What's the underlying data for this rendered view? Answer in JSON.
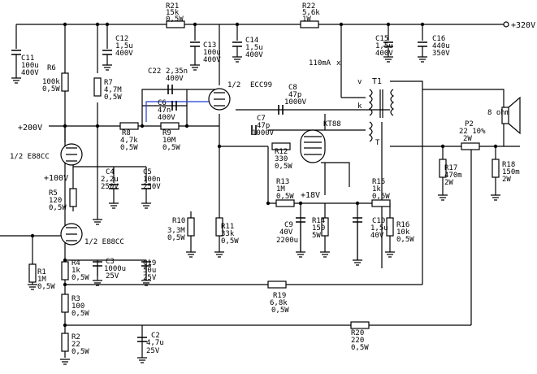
{
  "supply": {
    "rail_320": "+320V",
    "node_200": "+200V",
    "node_100": "+100V",
    "node_18": "+18V",
    "current": "110mA"
  },
  "components": {
    "C11": [
      "C11",
      "100u",
      "400V"
    ],
    "R6": [
      "R6",
      "100k",
      "0,5W"
    ],
    "R7": [
      "R7",
      "4,7M",
      "0,5W"
    ],
    "C12": [
      "C12",
      "1,5u",
      "400V"
    ],
    "R21": [
      "R21",
      "15k",
      "0,5W"
    ],
    "C13": [
      "C13",
      "100u",
      "400V"
    ],
    "C14": [
      "C14",
      "1,5u",
      "400V"
    ],
    "R22": [
      "R22",
      "5,6k",
      "1W"
    ],
    "C15": [
      "C15",
      "1,5u",
      "400V"
    ],
    "C16": [
      "C16",
      "440u",
      "350V"
    ],
    "C22": [
      "C22",
      "2,35n",
      "400V"
    ],
    "C6": [
      "C6",
      "47n",
      "400V"
    ],
    "R8": [
      "R8",
      "4,7k",
      "0,5W"
    ],
    "R9": [
      "R9",
      "10M",
      "0,5W"
    ],
    "C8": [
      "C8",
      "47p",
      "1000V"
    ],
    "C7": [
      "C7",
      "47p",
      "1000V"
    ],
    "R12": [
      "R12",
      "330",
      "0,5W"
    ],
    "R13": [
      "R13",
      "1M",
      "0,5W"
    ],
    "R15": [
      "R15",
      "1k",
      "0,5W"
    ],
    "C4": [
      "C4",
      "2,2u",
      "250V"
    ],
    "C5": [
      "C5",
      "100n",
      "250V"
    ],
    "R5": [
      "R5",
      "120",
      "0,5W"
    ],
    "R10": [
      "R10",
      "3,3M",
      "0,5W"
    ],
    "R11": [
      "R11",
      "33k",
      "0,5W"
    ],
    "C9": [
      "C9",
      "40V",
      "2200u"
    ],
    "R14": [
      "R14",
      "150",
      "5W"
    ],
    "C10": [
      "C10",
      "1,5u",
      "40V"
    ],
    "R16": [
      "R16",
      "10k",
      "0,5W"
    ],
    "R17": [
      "R17",
      "470m",
      "2W"
    ],
    "R18": [
      "R18",
      "150m",
      "2W"
    ],
    "P2": [
      "P2",
      "22 10%",
      "2W"
    ],
    "R1": [
      "R1",
      "1M",
      "0,5W"
    ],
    "R4": [
      "R4",
      "1k",
      "0,5W"
    ],
    "C3": [
      "C3",
      "1000u",
      "25V"
    ],
    "C19": [
      "C19",
      "50u",
      "25V"
    ],
    "R3": [
      "R3",
      "100",
      "0,5W"
    ],
    "R19": [
      "R19",
      "6,8k",
      "0,5W"
    ],
    "R2": [
      "R2",
      "22",
      "0,5W"
    ],
    "C2": [
      "C2",
      "4,7u",
      "25V"
    ],
    "R20": [
      "R20",
      "220",
      "0,5W"
    ]
  },
  "tubes": {
    "e88cc_top": "1/2 E88CC",
    "e88cc_bottom": "1/2 E88CC",
    "ecc99_half": "1/2",
    "ecc99_name": "ECC99",
    "kt88": "KT88"
  },
  "transformer": {
    "name": "T1",
    "pin_v": "v",
    "pin_k": "k",
    "pin_t": "T"
  },
  "speaker": {
    "impedance": "8 ohm"
  }
}
